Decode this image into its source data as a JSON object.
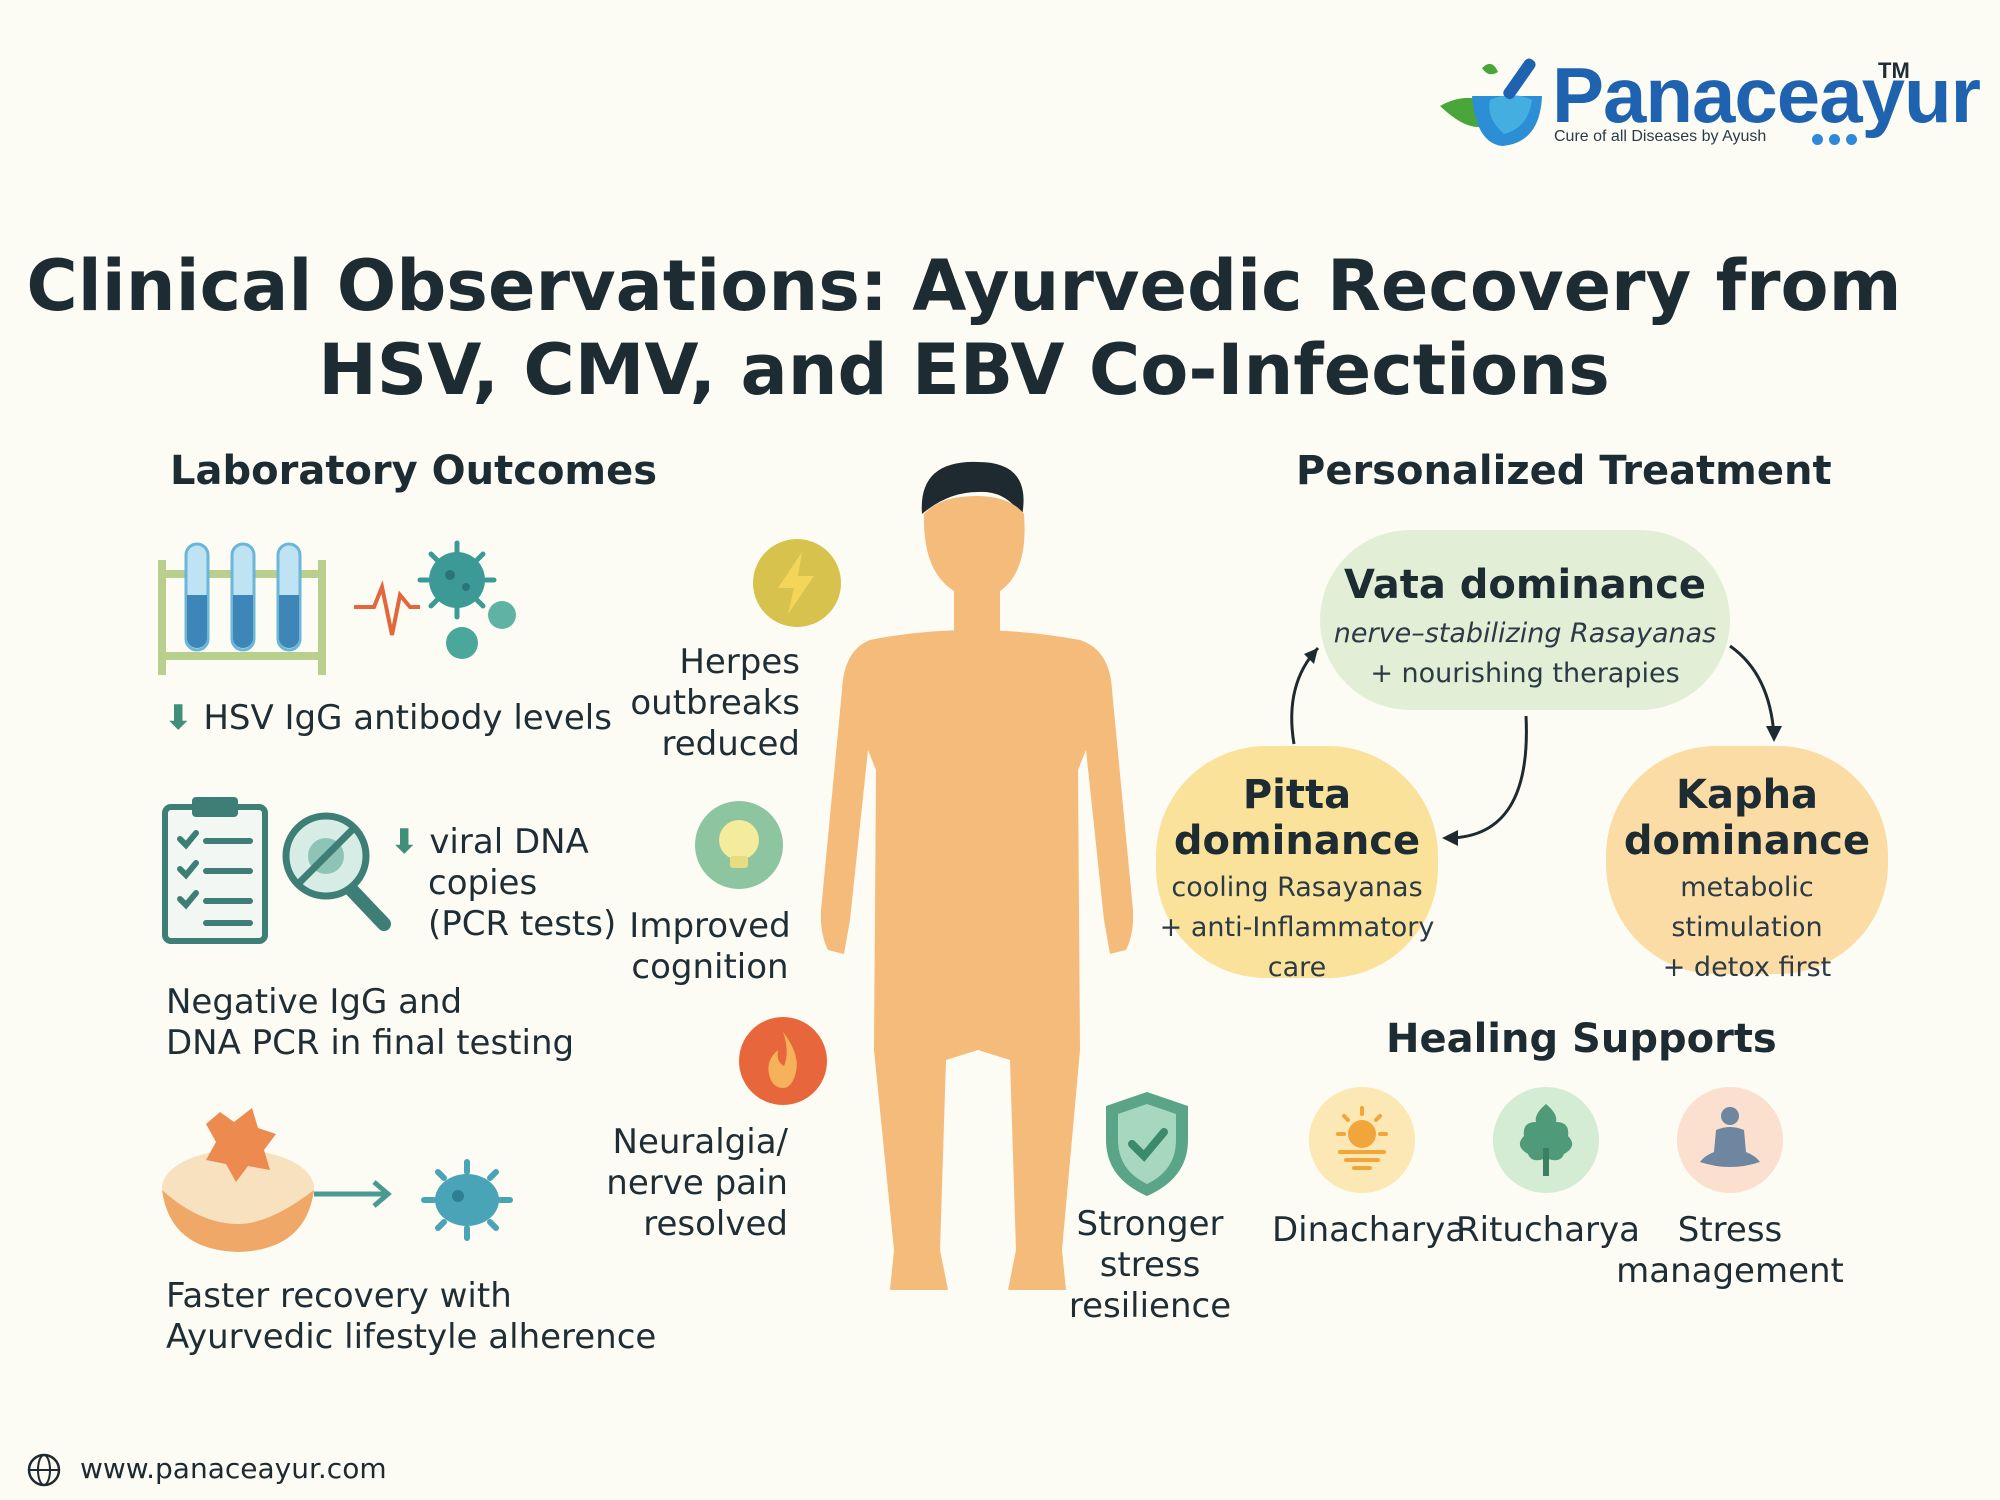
{
  "brand": {
    "name": "Panaceayur",
    "trademark": "TM",
    "tagline": "Cure of all Diseases by Ayush"
  },
  "title": {
    "line1": "Clinical Observations: Ayurvedic Recovery from",
    "line2": "HSV, CMV, and EBV Co-Infections"
  },
  "lab": {
    "heading": "Laboratory Outcomes",
    "hsv": "HSV IgG antibody levels",
    "dna_line1": "viral DNA",
    "dna_line2": "copies",
    "dna_line3": "(PCR tests)",
    "neg_line1": "Negative IgG and",
    "neg_line2": "DNA PCR in final testing",
    "faster_line1": "Faster recovery with",
    "faster_line2": "Ayurvedic lifestyle alherence"
  },
  "symptoms": {
    "herpes_line1": "Herpes",
    "herpes_line2": "outbreaks",
    "herpes_line3": "reduced",
    "cognition_line1": "Improved",
    "cognition_line2": "cognition",
    "neuralgia_line1": "Neuralgia/",
    "neuralgia_line2": "nerve pain",
    "neuralgia_line3": "resolved",
    "stress_line1": "Stronger",
    "stress_line2": "stress",
    "stress_line3": "resilience"
  },
  "treatment": {
    "heading": "Personalized Treatment",
    "vata": {
      "title": "Vata dominance",
      "line1": "nerve–stabilizing Rasayanas",
      "line2": "+ nourishing therapies"
    },
    "pitta": {
      "title_line1": "Pitta",
      "title_line2": "dominance",
      "line1": "cooling Rasayanas",
      "line2": "+ anti-Inflammatory",
      "line3": "care"
    },
    "kapha": {
      "title_line1": "Kapha",
      "title_line2": "dominance",
      "line1": "metabolic stimulation",
      "line2": "+ detox first"
    }
  },
  "supports": {
    "heading": "Healing Supports",
    "dinacharya": "Dinacharya",
    "ritucharya": "Ritucharya",
    "stress_line1": "Stress",
    "stress_line2": "management"
  },
  "footer": {
    "url": "www.panaceayur.com"
  },
  "colors": {
    "background": "#fdfcf4",
    "brand_blue": "#1f63b0",
    "skin": "#f5bb7a",
    "vata_bg": "#e2efd6",
    "pitta_bg": "#fbe29a",
    "kapha_bg": "#fbdca4",
    "teal": "#3f8f7a"
  },
  "icons": [
    "logo-mortar-leaf-icon",
    "test-tubes-icon",
    "virus-cluster-icon",
    "clipboard-checklist-icon",
    "magnifier-virus-icon",
    "cell-bowl-icon",
    "virus-icon",
    "lightning-icon",
    "lightbulb-icon",
    "flame-icon",
    "shield-check-icon",
    "sun-icon",
    "tree-icon",
    "meditation-icon",
    "globe-icon",
    "human-figure-icon"
  ]
}
